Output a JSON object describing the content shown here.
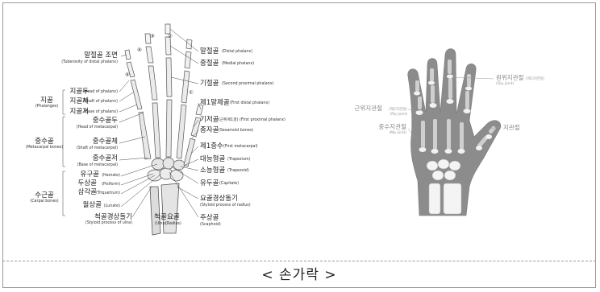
{
  "caption": "< 손가락 >",
  "left_diagram": {
    "finger_numbers": [
      "①",
      "②",
      "③",
      "④",
      "⑤"
    ],
    "groups": [
      {
        "ko": "지골",
        "en": "(Phalanges)"
      },
      {
        "ko": "중수골",
        "en": "(Metacarpal bones)"
      },
      {
        "ko": "수근골",
        "en": "(Carpal bones)"
      }
    ],
    "left_labels": [
      {
        "ko": "말절골 조면",
        "en": "(Tuberosity of distal phalanx)"
      },
      {
        "ko": "지골두",
        "en": "(Head of phalanx)"
      },
      {
        "ko": "지골체",
        "en": "(Shaft of phalanx)"
      },
      {
        "ko": "지골저",
        "en": "(Base of phalanx)"
      },
      {
        "ko": "중수골두",
        "en": "(Head of metacarpal)"
      },
      {
        "ko": "중수골체",
        "en": "(Shaft of metacarpal)"
      },
      {
        "ko": "중수골저",
        "en": "(Base of metacarpal)"
      },
      {
        "ko": "유구골",
        "en": "(Hamate)"
      },
      {
        "ko": "두상골",
        "en": "(Pisiform)"
      },
      {
        "ko": "삼각골",
        "en": "(Triquetrum)"
      },
      {
        "ko": "월상골",
        "en": "(Lunate)"
      },
      {
        "ko": "척골경상돌기",
        "en": "(Styloid process of ulna)"
      }
    ],
    "bottom_labels": [
      {
        "ko": "척골",
        "en": "(Ulna)"
      },
      {
        "ko": "요골",
        "en": "(Radius)"
      }
    ],
    "right_labels": [
      {
        "ko": "말절골",
        "en": "(Distal phalanx)"
      },
      {
        "ko": "중절골",
        "en": "(Medial phalanx)"
      },
      {
        "ko": "기절골",
        "en": "(Second proximal phalanx)"
      },
      {
        "ko": "제1말제골",
        "en": "(First distal phalanx)"
      },
      {
        "ko": "기저골",
        "en": "(근위제1골) (First proximal phalanx)"
      },
      {
        "ko": "종자골",
        "en": "(Sesamoid bones)"
      },
      {
        "ko": "제1중수",
        "en": "(First metacarpal)"
      },
      {
        "ko": "대능형골",
        "en": "(Trapezium)"
      },
      {
        "ko": "소능형골",
        "en": "(Trapezoid)"
      },
      {
        "ko": "유두골",
        "en": "(Capitate)"
      },
      {
        "ko": "요골경상돌기",
        "en": "(Styloid process of radius)"
      },
      {
        "ko": "주상골",
        "en": "(Scaphoid)"
      }
    ]
  },
  "right_diagram": {
    "labels": [
      {
        "ko": "원위지관절",
        "sub": "(제1지관절)",
        "en": "(Dip joint)"
      },
      {
        "ko": "근위지관절",
        "sub": "(제2지관절)",
        "en": "(Pip joint)"
      },
      {
        "ko": "중수지관절",
        "sub": "",
        "en": "(Mp joint)"
      },
      {
        "ko": "지관절",
        "sub": "",
        "en": ""
      }
    ]
  }
}
